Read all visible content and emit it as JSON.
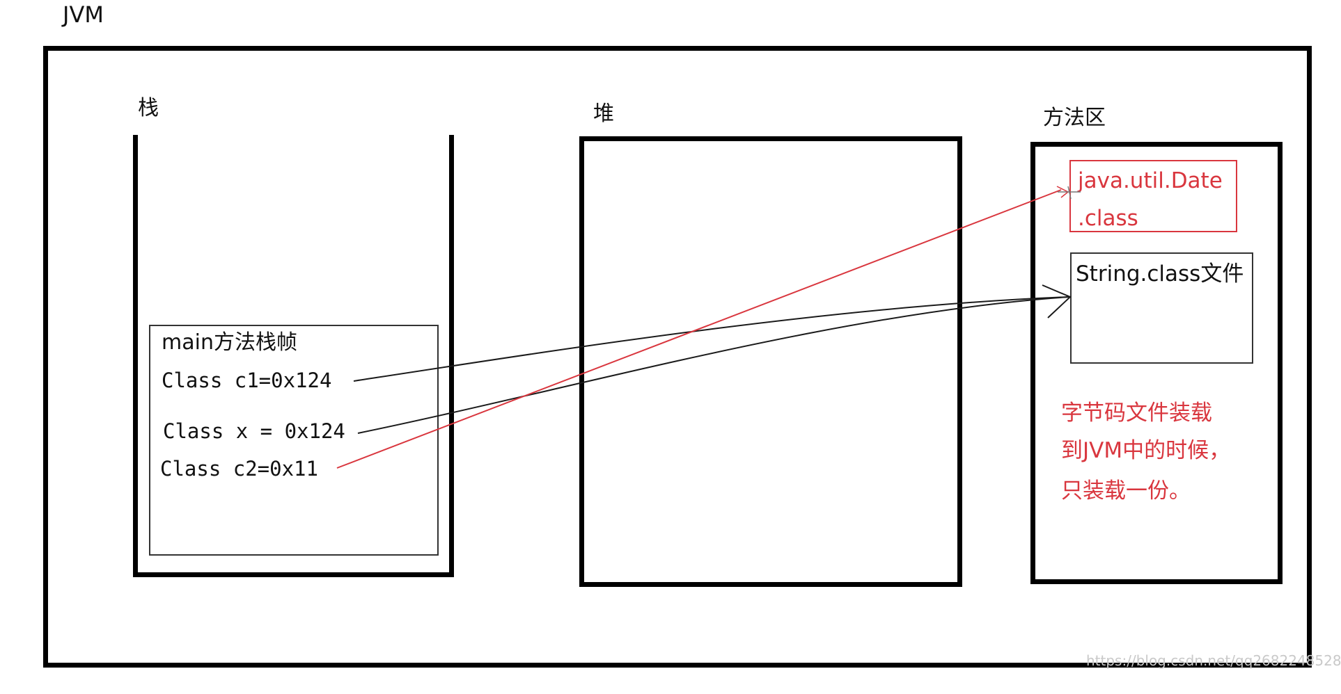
{
  "labels": {
    "jvm": "JVM",
    "stack": "栈",
    "heap": "堆",
    "method_area": "方法区"
  },
  "stack_frame": {
    "title": "main方法栈帧",
    "lines": {
      "c1": "Class c1=0x124",
      "x": "Class x = 0x124",
      "c2": "Class c2=0x11"
    }
  },
  "method_area": {
    "date_class": {
      "line1": "java.util.Date",
      "line2": ".class"
    },
    "string_class": "String.class文件",
    "note": {
      "line1": "字节码文件装载",
      "line2": "到JVM中的时候，",
      "line3": "只装载一份。"
    }
  },
  "watermark": "https://blog.csdn.net/qq2682248528",
  "colors": {
    "outline": "#000000",
    "annotation_red": "#d9363e",
    "arrow_black": "#1a1a1a",
    "arrow_red": "#d9363e"
  }
}
